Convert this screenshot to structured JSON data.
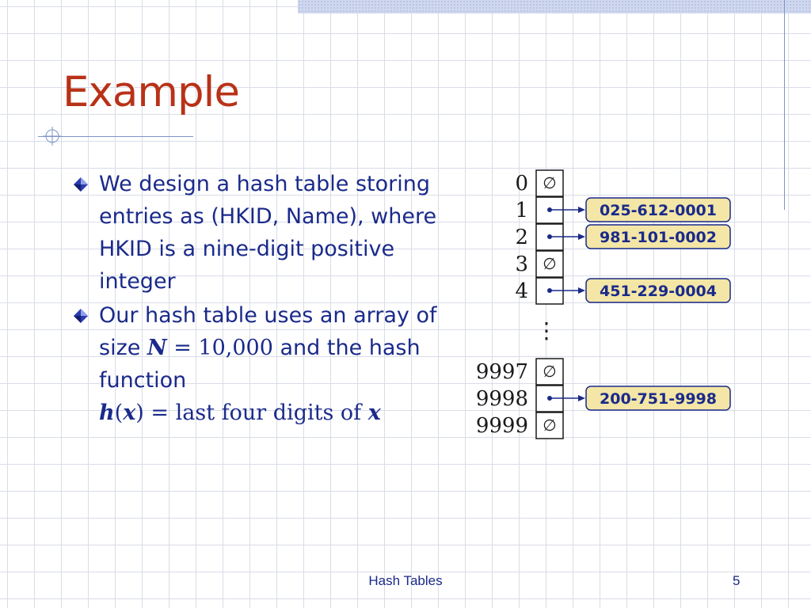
{
  "slide": {
    "title": "Example",
    "bullets": [
      {
        "text": "We design a hash table storing entries as (HKID, Name), where HKID is a nine-digit positive integer"
      },
      {
        "text_before": "Our hash table uses an array of size ",
        "math_var": "N",
        "math_eq": " = ",
        "math_value": "10,000",
        "text_after": " and the hash function",
        "formula": {
          "fn": "h",
          "arg": "x",
          "rhs": "last four digits of",
          "rhs_var": "x"
        }
      }
    ]
  },
  "diagram": {
    "rows_top": [
      {
        "index": "0",
        "entry": null
      },
      {
        "index": "1",
        "entry": "025-612-0001"
      },
      {
        "index": "2",
        "entry": "981-101-0002"
      },
      {
        "index": "3",
        "entry": null
      },
      {
        "index": "4",
        "entry": "451-229-0004"
      }
    ],
    "ellipsis": "⋮",
    "rows_bottom": [
      {
        "index": "9997",
        "entry": null
      },
      {
        "index": "9998",
        "entry": "200-751-9998"
      },
      {
        "index": "9999",
        "entry": null
      }
    ],
    "null_symbol": "∅",
    "colors": {
      "entry_fill": "#f3e6a6",
      "entry_border": "#1a2a8a",
      "entry_text": "#1a2a8a",
      "cell_border": "#1a1a1a",
      "arrow": "#1a2a8a"
    }
  },
  "footer": {
    "title": "Hash Tables",
    "page": "5"
  },
  "theme": {
    "title_color": "#b83218",
    "text_color": "#1a2a8a",
    "accent_line": "#7f93c9"
  }
}
